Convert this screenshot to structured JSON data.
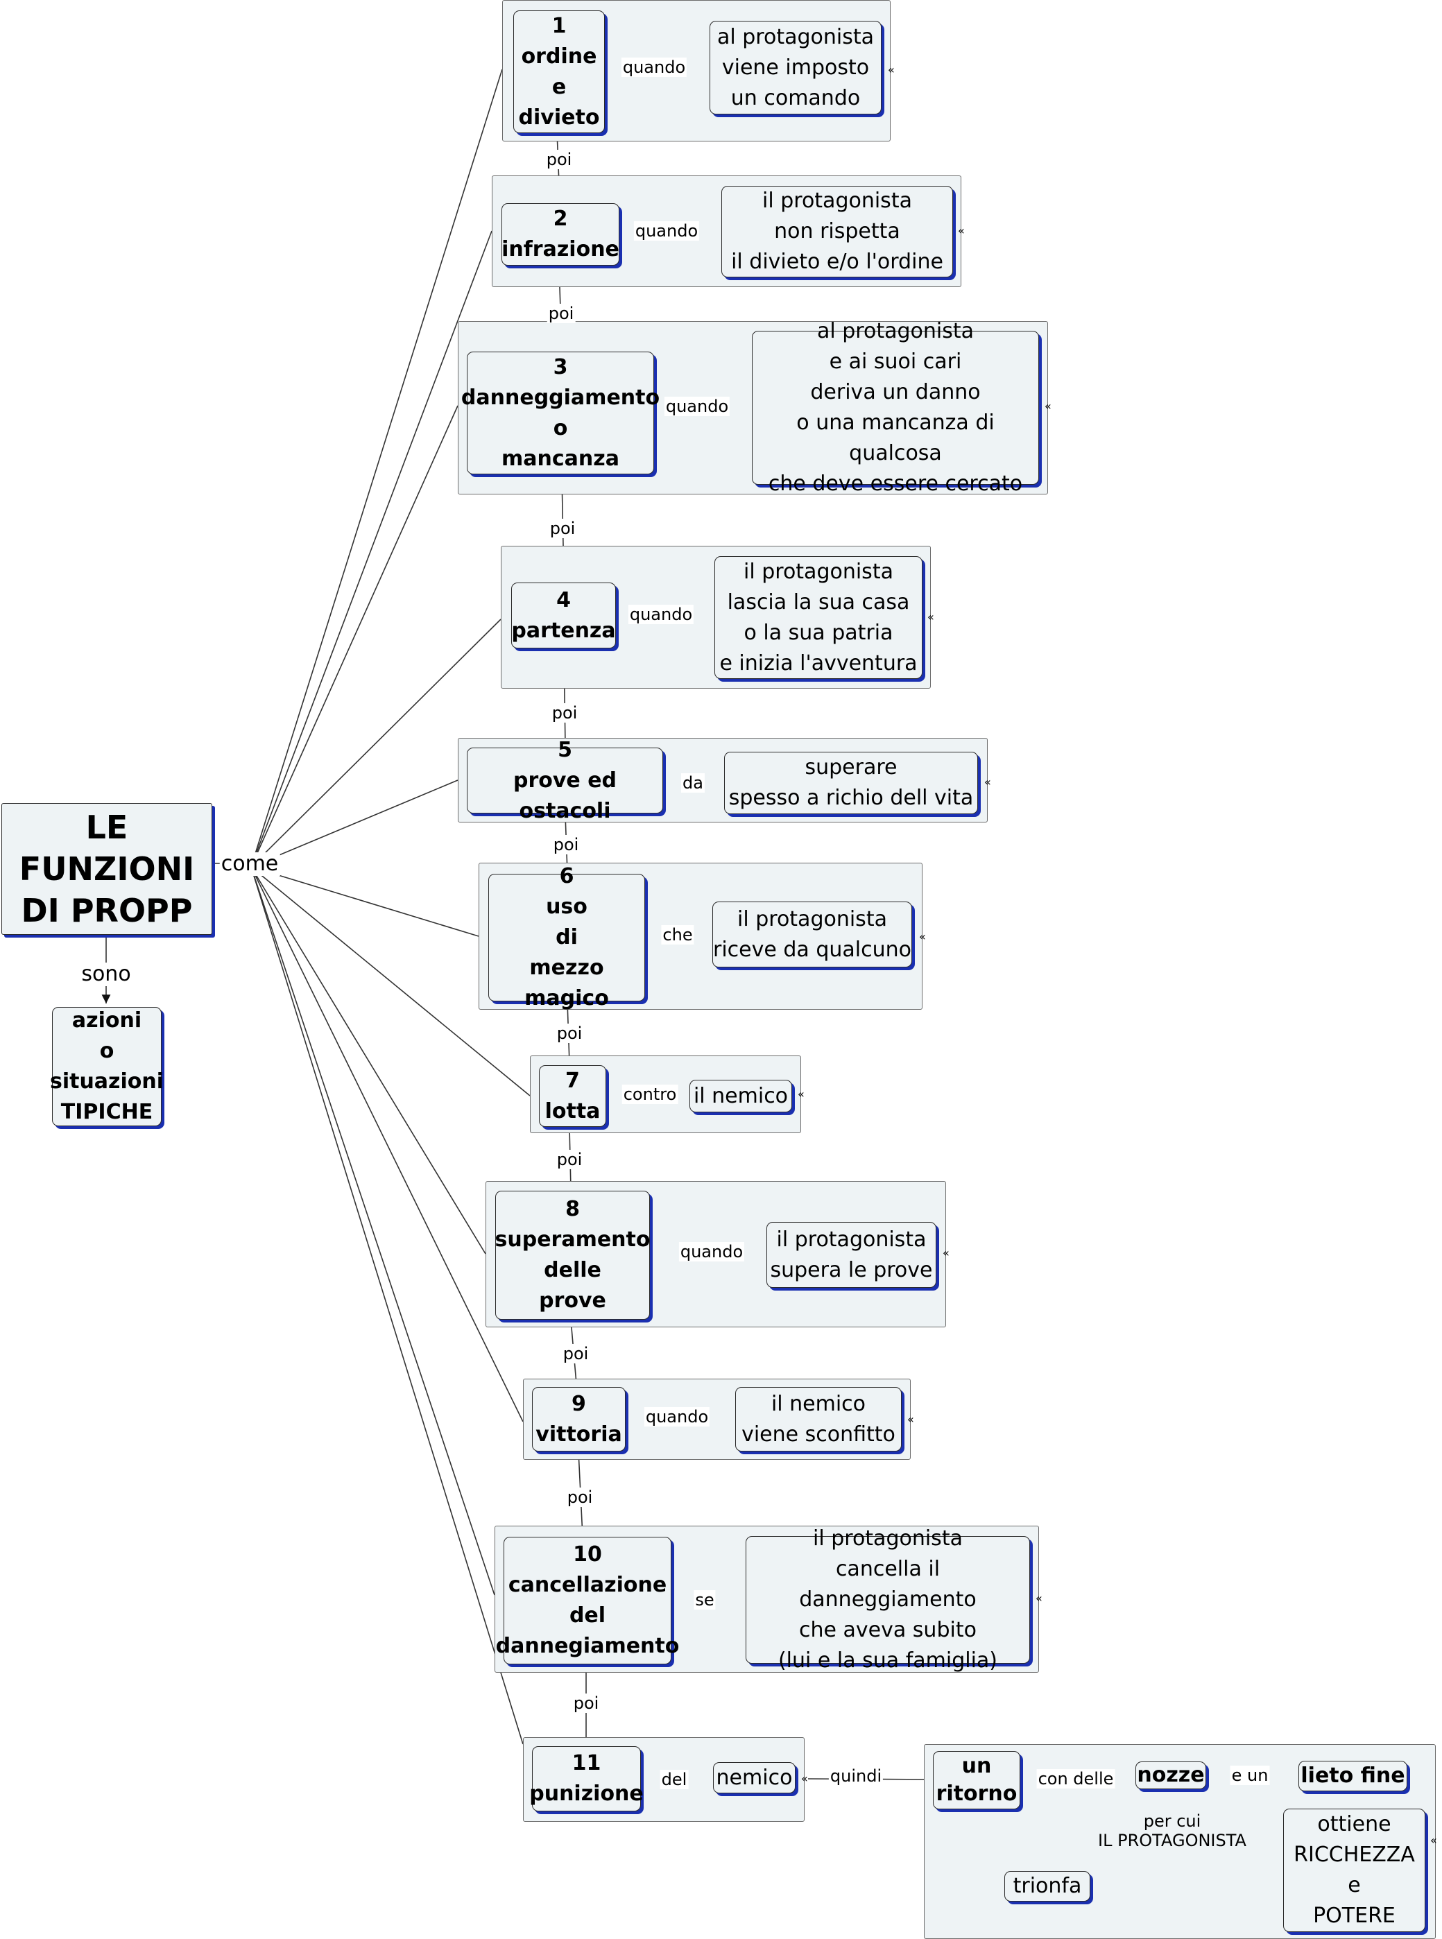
{
  "root": {
    "title": "LE\nFUNZIONI\nDI PROPP"
  },
  "root_links": {
    "come": "come",
    "sono": "sono"
  },
  "definition": "azioni\no\nsituazioni\nTIPICHE",
  "sequence_link": "poi",
  "functions": [
    {
      "title": "1\nordine\ne\ndivieto",
      "link": "quando",
      "detail": "al protagonista\nviene imposto\nun comando"
    },
    {
      "title": "2\ninfrazione",
      "link": "quando",
      "detail": "il protagonista\nnon rispetta\nil divieto e/o l'ordine"
    },
    {
      "title": "3\ndanneggiamento\no\nmancanza",
      "link": "quando",
      "detail": "al protagonista\ne ai suoi cari\nderiva un danno\no una mancanza di qualcosa\nche deve essere cercato"
    },
    {
      "title": "4\npartenza",
      "link": "quando",
      "detail": "il protagonista\nlascia la sua casa\no la sua patria\ne inizia l'avventura"
    },
    {
      "title": "5\nprove ed ostacoli",
      "link": "da",
      "detail": "superare\nspesso a richio dell vita"
    },
    {
      "title": "6\nuso\ndi\nmezzo magico",
      "link": "che",
      "detail": "il protagonista\nriceve da qualcuno"
    },
    {
      "title": "7\nlotta",
      "link": "contro",
      "detail": "il nemico"
    },
    {
      "title": "8\nsuperamento\ndelle\nprove",
      "link": "quando",
      "detail": "il protagonista\nsupera le prove"
    },
    {
      "title": "9\nvittoria",
      "link": "quando",
      "detail": "il nemico\nviene sconfitto"
    },
    {
      "title": "10\ncancellazione\ndel\ndannegiamento",
      "link": "se",
      "detail": "il protagonista\ncancella il danneggiamento\nche aveva subito\n(lui e la sua famiglia)"
    },
    {
      "title": "11\npunizione",
      "link": "del",
      "detail": "nemico"
    }
  ],
  "ending": {
    "link_in": "quindi",
    "ritorno": "un\nritorno",
    "con_delle": "con delle",
    "nozze": "nozze",
    "e_un": "e un",
    "lieto_fine": "lieto fine",
    "per_cui": "per cui\nIL PROTAGONISTA",
    "trionfa": "trionfa",
    "ottiene": "ottiene\nRICCHEZZA\ne\nPOTERE"
  },
  "icons": {
    "expand": "double-chevron-icon",
    "glyph": "«"
  },
  "colors": {
    "node_fill": "#eef3f5",
    "node_shadow": "#1a2fb0",
    "line": "#333333"
  }
}
